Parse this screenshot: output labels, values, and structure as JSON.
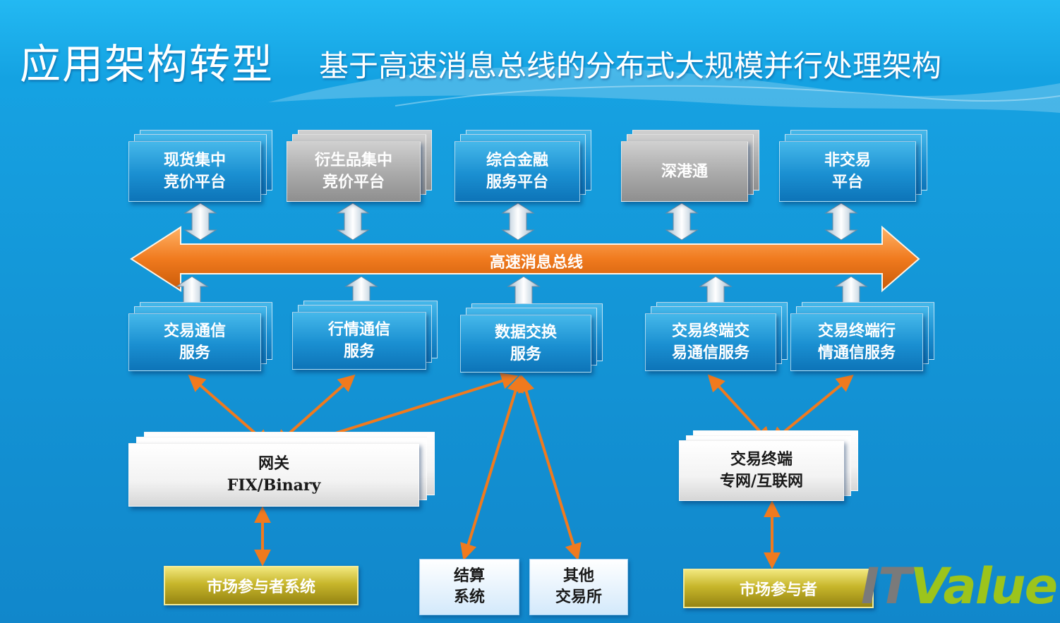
{
  "title": {
    "main": "应用架构转型",
    "sub": "基于高速消息总线的分布式大规模并行处理架构"
  },
  "platforms": [
    {
      "label": "现货集中\n竞价平台",
      "style": "blue"
    },
    {
      "label": "衍生品集中\n竞价平台",
      "style": "gray"
    },
    {
      "label": "综合金融\n服务平台",
      "style": "blue"
    },
    {
      "label": "深港通",
      "style": "gray"
    },
    {
      "label": "非交易\n平台",
      "style": "blue"
    }
  ],
  "bus": {
    "label": "高速消息总线",
    "color": "#f07a1e"
  },
  "services": [
    {
      "label": "交易通信\n服务"
    },
    {
      "label": "行情通信\n服务"
    },
    {
      "label": "数据交换\n服务"
    },
    {
      "label": "交易终端交\n易通信服务"
    },
    {
      "label": "交易终端行\n情通信服务"
    }
  ],
  "gateways": {
    "gateway": "网关\nFIX/Binary",
    "terminal": "交易终端\n专网/互联网"
  },
  "bottom": {
    "participant_systems": "市场参与者系统",
    "settlement": "结算\n系统",
    "other_exchanges": "其他\n交易所",
    "participants": "市场参与者"
  },
  "logo": {
    "it": "IT",
    "value": "Value"
  },
  "colors": {
    "background": "#1497d8",
    "box_blue": "#1a8fd1",
    "box_gray": "#a9a9a9",
    "arrow_orange": "#f07a1e",
    "gold": "#c7b62b"
  }
}
